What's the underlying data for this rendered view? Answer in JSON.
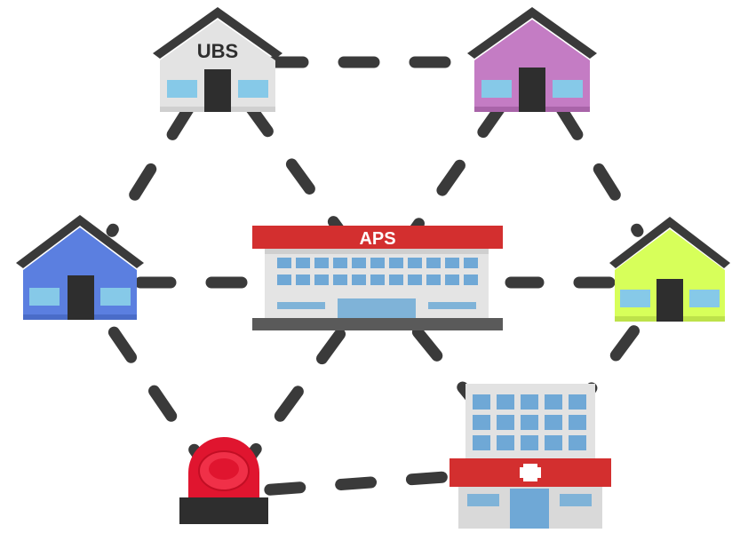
{
  "diagram": {
    "nodes": {
      "ubs": {
        "label": "UBS",
        "kind": "house",
        "wall_color": "#e0e0e0",
        "roof_color": "#333333"
      },
      "purple_house": {
        "label": "",
        "kind": "house",
        "wall_color": "#c47cc4",
        "roof_color": "#333333"
      },
      "blue_house": {
        "label": "",
        "kind": "house",
        "wall_color": "#5b7fe0",
        "roof_color": "#333333"
      },
      "green_house": {
        "label": "",
        "kind": "house",
        "wall_color": "#d7ff5a",
        "roof_color": "#333333"
      },
      "aps": {
        "label": "APS",
        "kind": "building",
        "banner_color": "#d32f2f"
      },
      "hospital": {
        "label": "",
        "kind": "hospital",
        "cross_color": "#d32f2f"
      },
      "alarm": {
        "label": "",
        "kind": "siren",
        "light_color": "#e0152f"
      }
    },
    "edges": [
      [
        "ubs",
        "purple_house"
      ],
      [
        "ubs",
        "blue_house"
      ],
      [
        "ubs",
        "aps"
      ],
      [
        "purple_house",
        "aps"
      ],
      [
        "purple_house",
        "green_house"
      ],
      [
        "blue_house",
        "aps"
      ],
      [
        "blue_house",
        "alarm"
      ],
      [
        "green_house",
        "aps"
      ],
      [
        "green_house",
        "hospital"
      ],
      [
        "aps",
        "alarm"
      ],
      [
        "aps",
        "hospital"
      ],
      [
        "alarm",
        "hospital"
      ]
    ],
    "edge_color": "#3a3a3a",
    "edge_style": "dashed"
  }
}
